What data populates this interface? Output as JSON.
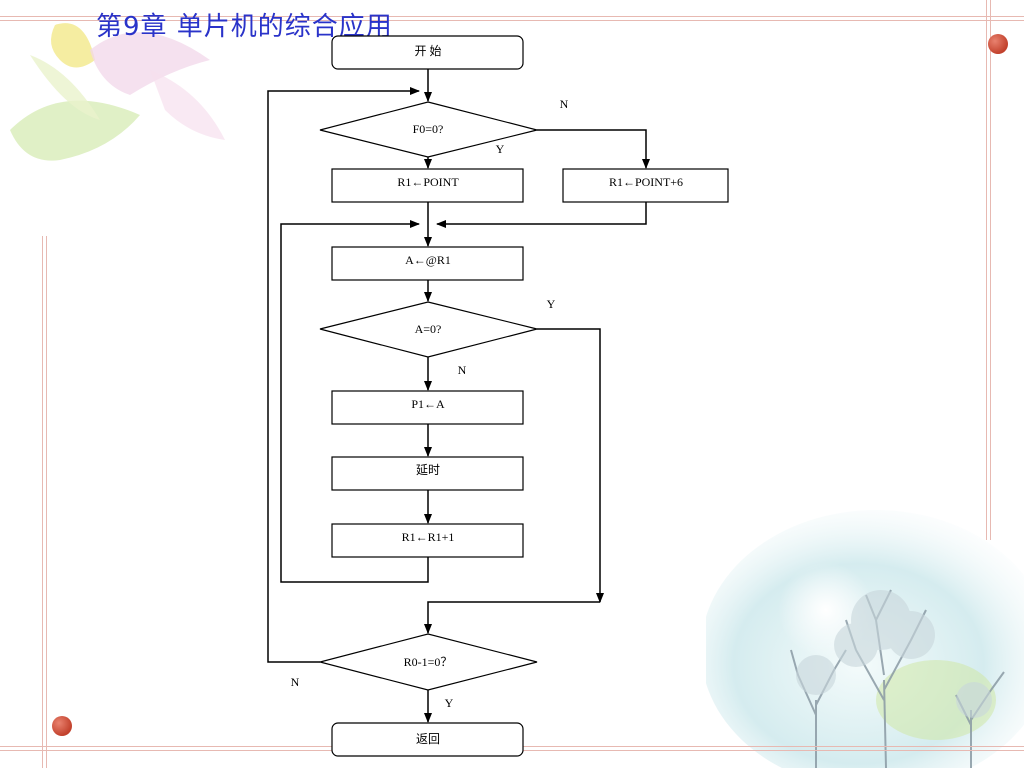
{
  "slide": {
    "title": "第9章  单片机的综合应用"
  },
  "flowchart": {
    "nodes": {
      "start": "开  始",
      "check_f0": "F0=0?",
      "r1_point": "R1←POINT",
      "r1_point6": "R1←POINT+6",
      "load_a": "A←@R1",
      "check_a": "A=0?",
      "p1_a": "P1←A",
      "delay": "延时",
      "r1_inc": "R1←R1+1",
      "check_r0": "R0-1=0？",
      "return": "返回"
    },
    "edge_labels": {
      "f0_no": "N",
      "f0_yes": "Y",
      "a_yes": "Y",
      "a_no": "N",
      "r0_no": "N",
      "r0_yes": "Y"
    }
  }
}
